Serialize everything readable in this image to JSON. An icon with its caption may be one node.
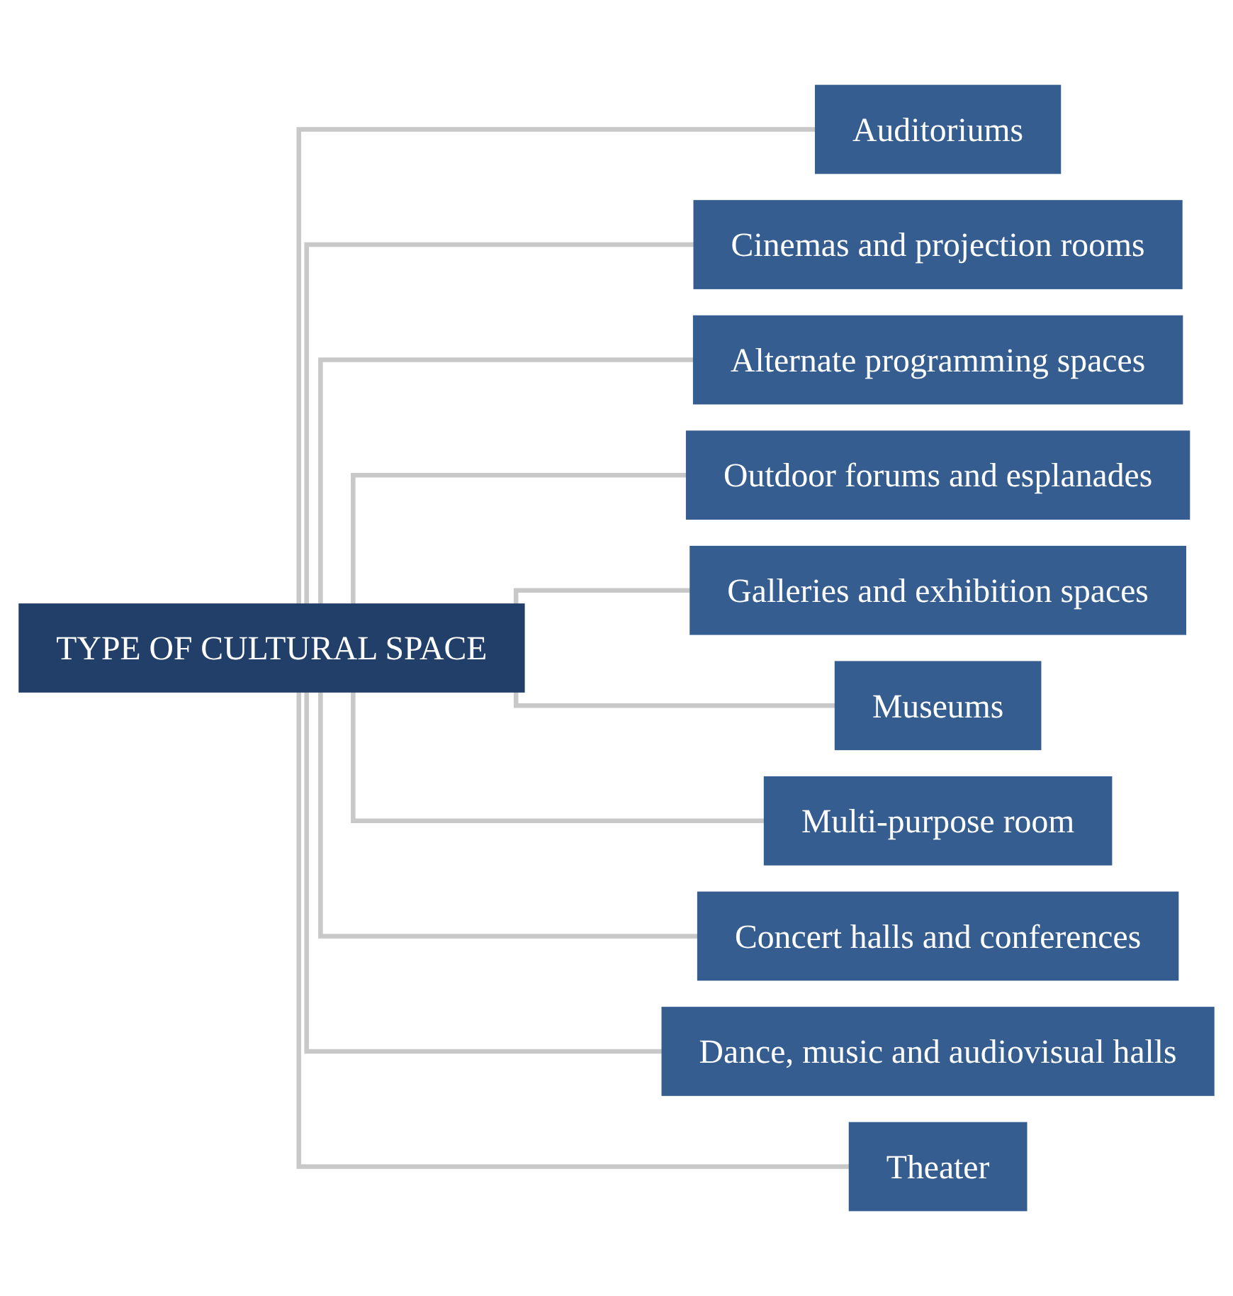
{
  "diagram": {
    "nodes": [
      {
        "text": [
          "TYPE OF CULTURAL SPACE"
        ]
      },
      {
        "text": [
          "Auditoriums"
        ]
      },
      {
        "text": [
          "Cinemas and projection rooms"
        ]
      },
      {
        "text": [
          "Alternate programming spaces"
        ]
      },
      {
        "text": [
          "Outdoor forums and esplanades"
        ]
      },
      {
        "text": [
          "Galleries and exhibition spaces"
        ]
      },
      {
        "text": [
          "Museums"
        ]
      },
      {
        "text": [
          "Multi-purpose room"
        ]
      },
      {
        "text": [
          "Concert halls and conferences"
        ]
      },
      {
        "text": [
          "Dance, music and audiovisual halls"
        ]
      },
      {
        "text": [
          "Theater"
        ]
      }
    ],
    "edges": [
      {
        "from": 0,
        "to": 1,
        "arrow": "none"
      },
      {
        "from": 0,
        "to": 2,
        "arrow": "none"
      },
      {
        "from": 0,
        "to": 3,
        "arrow": "none"
      },
      {
        "from": 0,
        "to": 4,
        "arrow": "none"
      },
      {
        "from": 0,
        "to": 5,
        "arrow": "none"
      },
      {
        "from": 0,
        "to": 6,
        "arrow": "none"
      },
      {
        "from": 0,
        "to": 7,
        "arrow": "none"
      },
      {
        "from": 0,
        "to": 8,
        "arrow": "none"
      },
      {
        "from": 0,
        "to": 9,
        "arrow": "none"
      },
      {
        "from": 0,
        "to": 10,
        "arrow": "none"
      }
    ]
  }
}
